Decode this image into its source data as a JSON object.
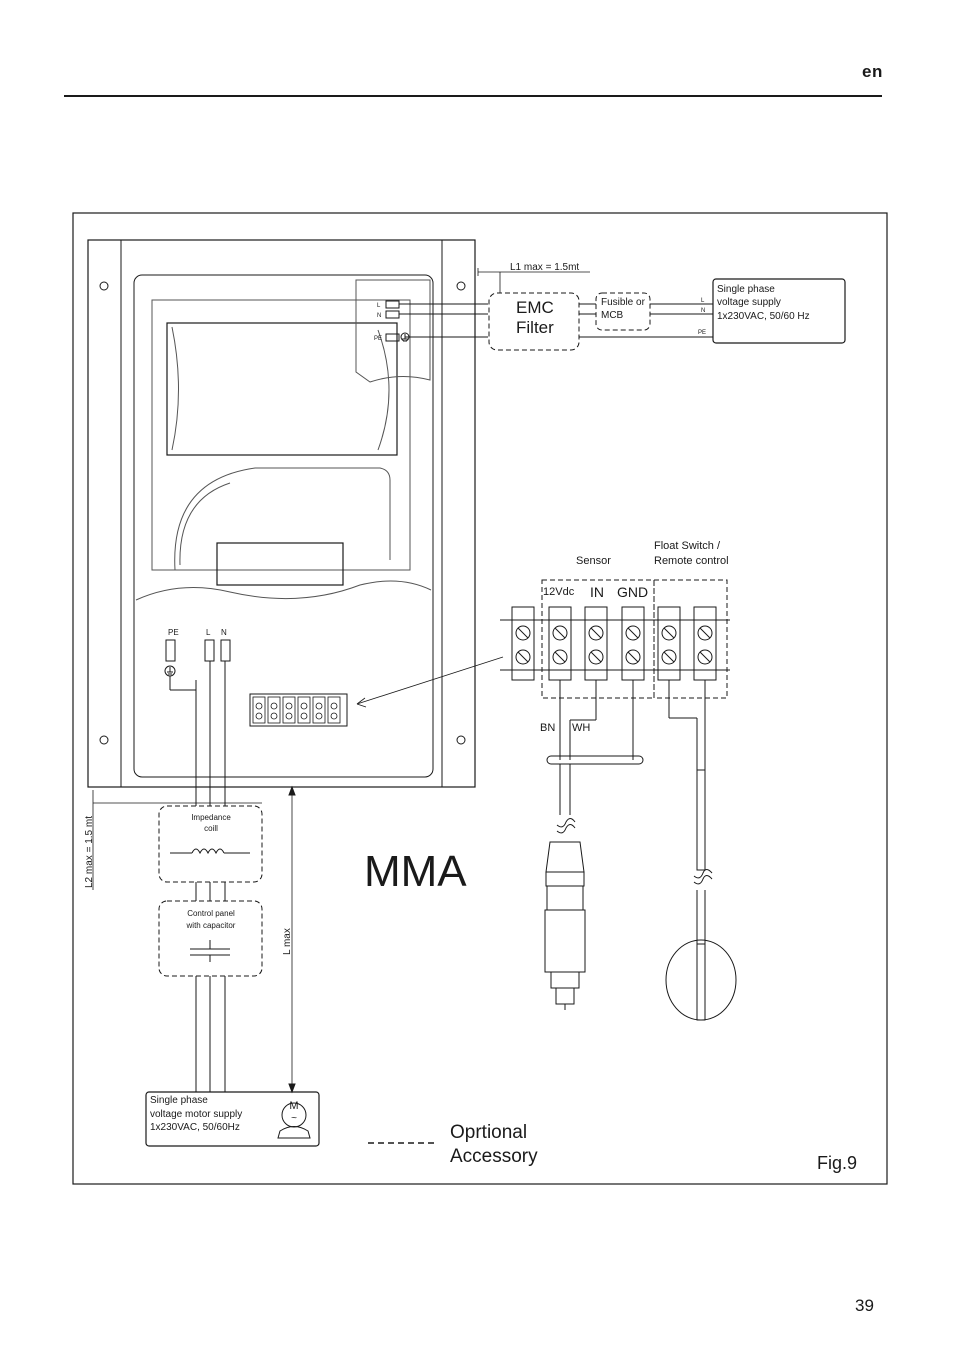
{
  "header": {
    "language": "en"
  },
  "footer": {
    "page_number": "39"
  },
  "figure": {
    "label": "Fig.9",
    "device_name": "MMA",
    "emc_filter": [
      "EMC",
      "Filter"
    ],
    "fuse": [
      "Fusible or",
      "MCB"
    ],
    "l1_max": "L1 max = 1.5mt",
    "l2_max": "L2 max = 1.5 mt",
    "l_max": "L max",
    "mains_supply": [
      "Single phase",
      "voltage supply",
      "1x230VAC, 50/60 Hz"
    ],
    "mains_terminals": [
      "L",
      "N",
      "PE"
    ],
    "upper_terminals": [
      "L",
      "N",
      "PE"
    ],
    "lower_terminals": [
      "PE",
      "L",
      "N"
    ],
    "impedance_coil": [
      "Impedance",
      "coill"
    ],
    "control_panel": [
      "Control panel",
      "with capacitor"
    ],
    "motor_supply": [
      "Single phase",
      "voltage motor supply",
      "1x230VAC, 50/60Hz"
    ],
    "motor_symbol": [
      "M",
      "~"
    ],
    "sensor_label": "Sensor",
    "float_switch": [
      "Float Switch /",
      "Remote control"
    ],
    "terminal_labels": [
      "12Vdc",
      "IN",
      "GND"
    ],
    "wire_colors": [
      "BN",
      "WH"
    ],
    "legend": [
      "Oprtional",
      "Accessory"
    ]
  }
}
